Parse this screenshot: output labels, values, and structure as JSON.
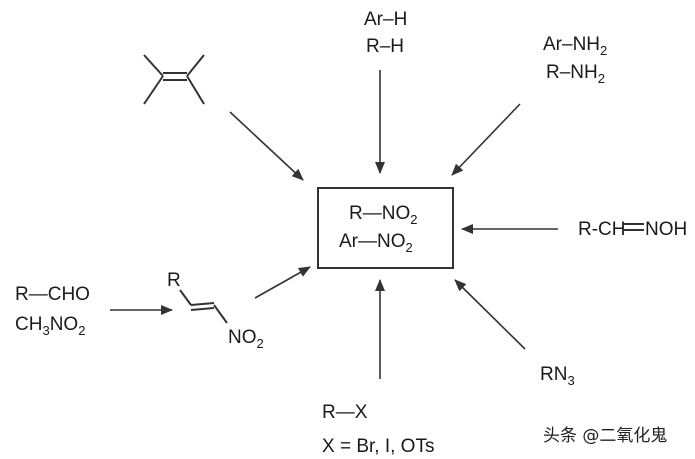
{
  "center": {
    "line1": {
      "base": "R—NO",
      "sub": "2"
    },
    "line2": {
      "base": "Ar—NO",
      "sub": "2"
    }
  },
  "top": {
    "line1": "Ar–H",
    "line2": "R–H"
  },
  "top_right": {
    "line1": {
      "base": "Ar–NH",
      "sub": "2"
    },
    "line2": {
      "base": "R–NH",
      "sub": "2"
    }
  },
  "right": {
    "left": "R-CH",
    "right": "NOH"
  },
  "bottom_right": {
    "base": "RN",
    "sub": "3"
  },
  "bottom": {
    "line1": "R—X",
    "line2": "X = Br, I, OTs"
  },
  "left": {
    "line1": "R—CHO",
    "line2": {
      "pre": "CH",
      "sub": "3",
      "post": "NO",
      "sub2": "2"
    }
  },
  "nitroalkene": {
    "r_label": "R",
    "no2": {
      "base": "NO",
      "sub": "2"
    }
  },
  "watermark": "头条 @二氧化鬼"
}
